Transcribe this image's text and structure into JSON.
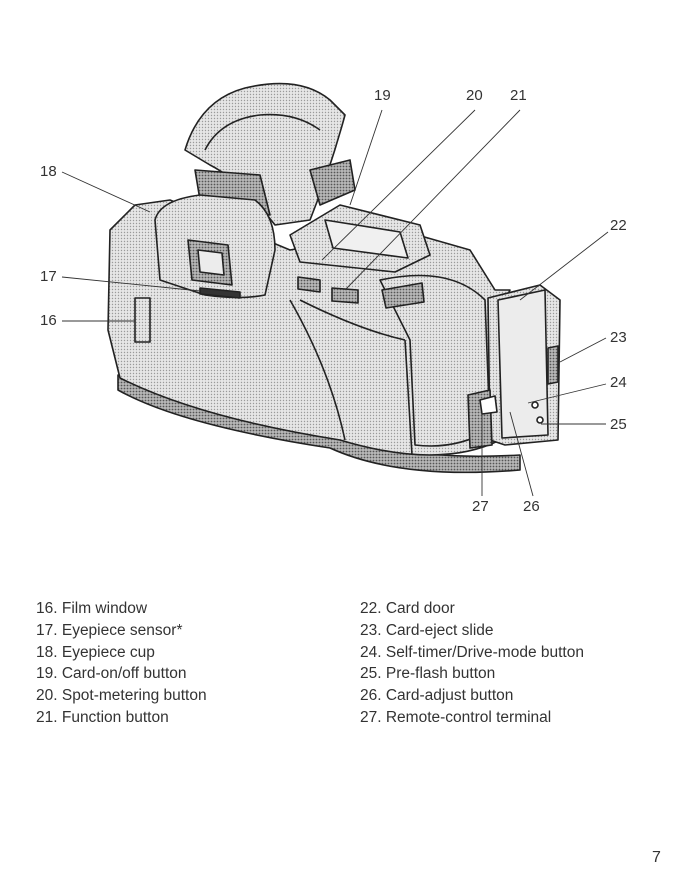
{
  "callouts": [
    "16",
    "17",
    "18",
    "19",
    "20",
    "21",
    "22",
    "23",
    "24",
    "25",
    "26",
    "27"
  ],
  "legend": {
    "left": [
      "16. Film window",
      "17. Eyepiece sensor*",
      "18. Eyepiece cup",
      "19. Card-on/off button",
      "20. Spot-metering button",
      "21. Function button"
    ],
    "right": [
      "22. Card door",
      "23. Card-eject slide",
      "24. Self-timer/Drive-mode button",
      "25. Pre-flash button",
      "26. Card-adjust button",
      "27. Remote-control terminal"
    ]
  },
  "page_number": "7",
  "colors": {
    "ink": "#2a2a2a",
    "body_fill": "#d9d9d9",
    "dark_fill": "#9a9a9a"
  }
}
